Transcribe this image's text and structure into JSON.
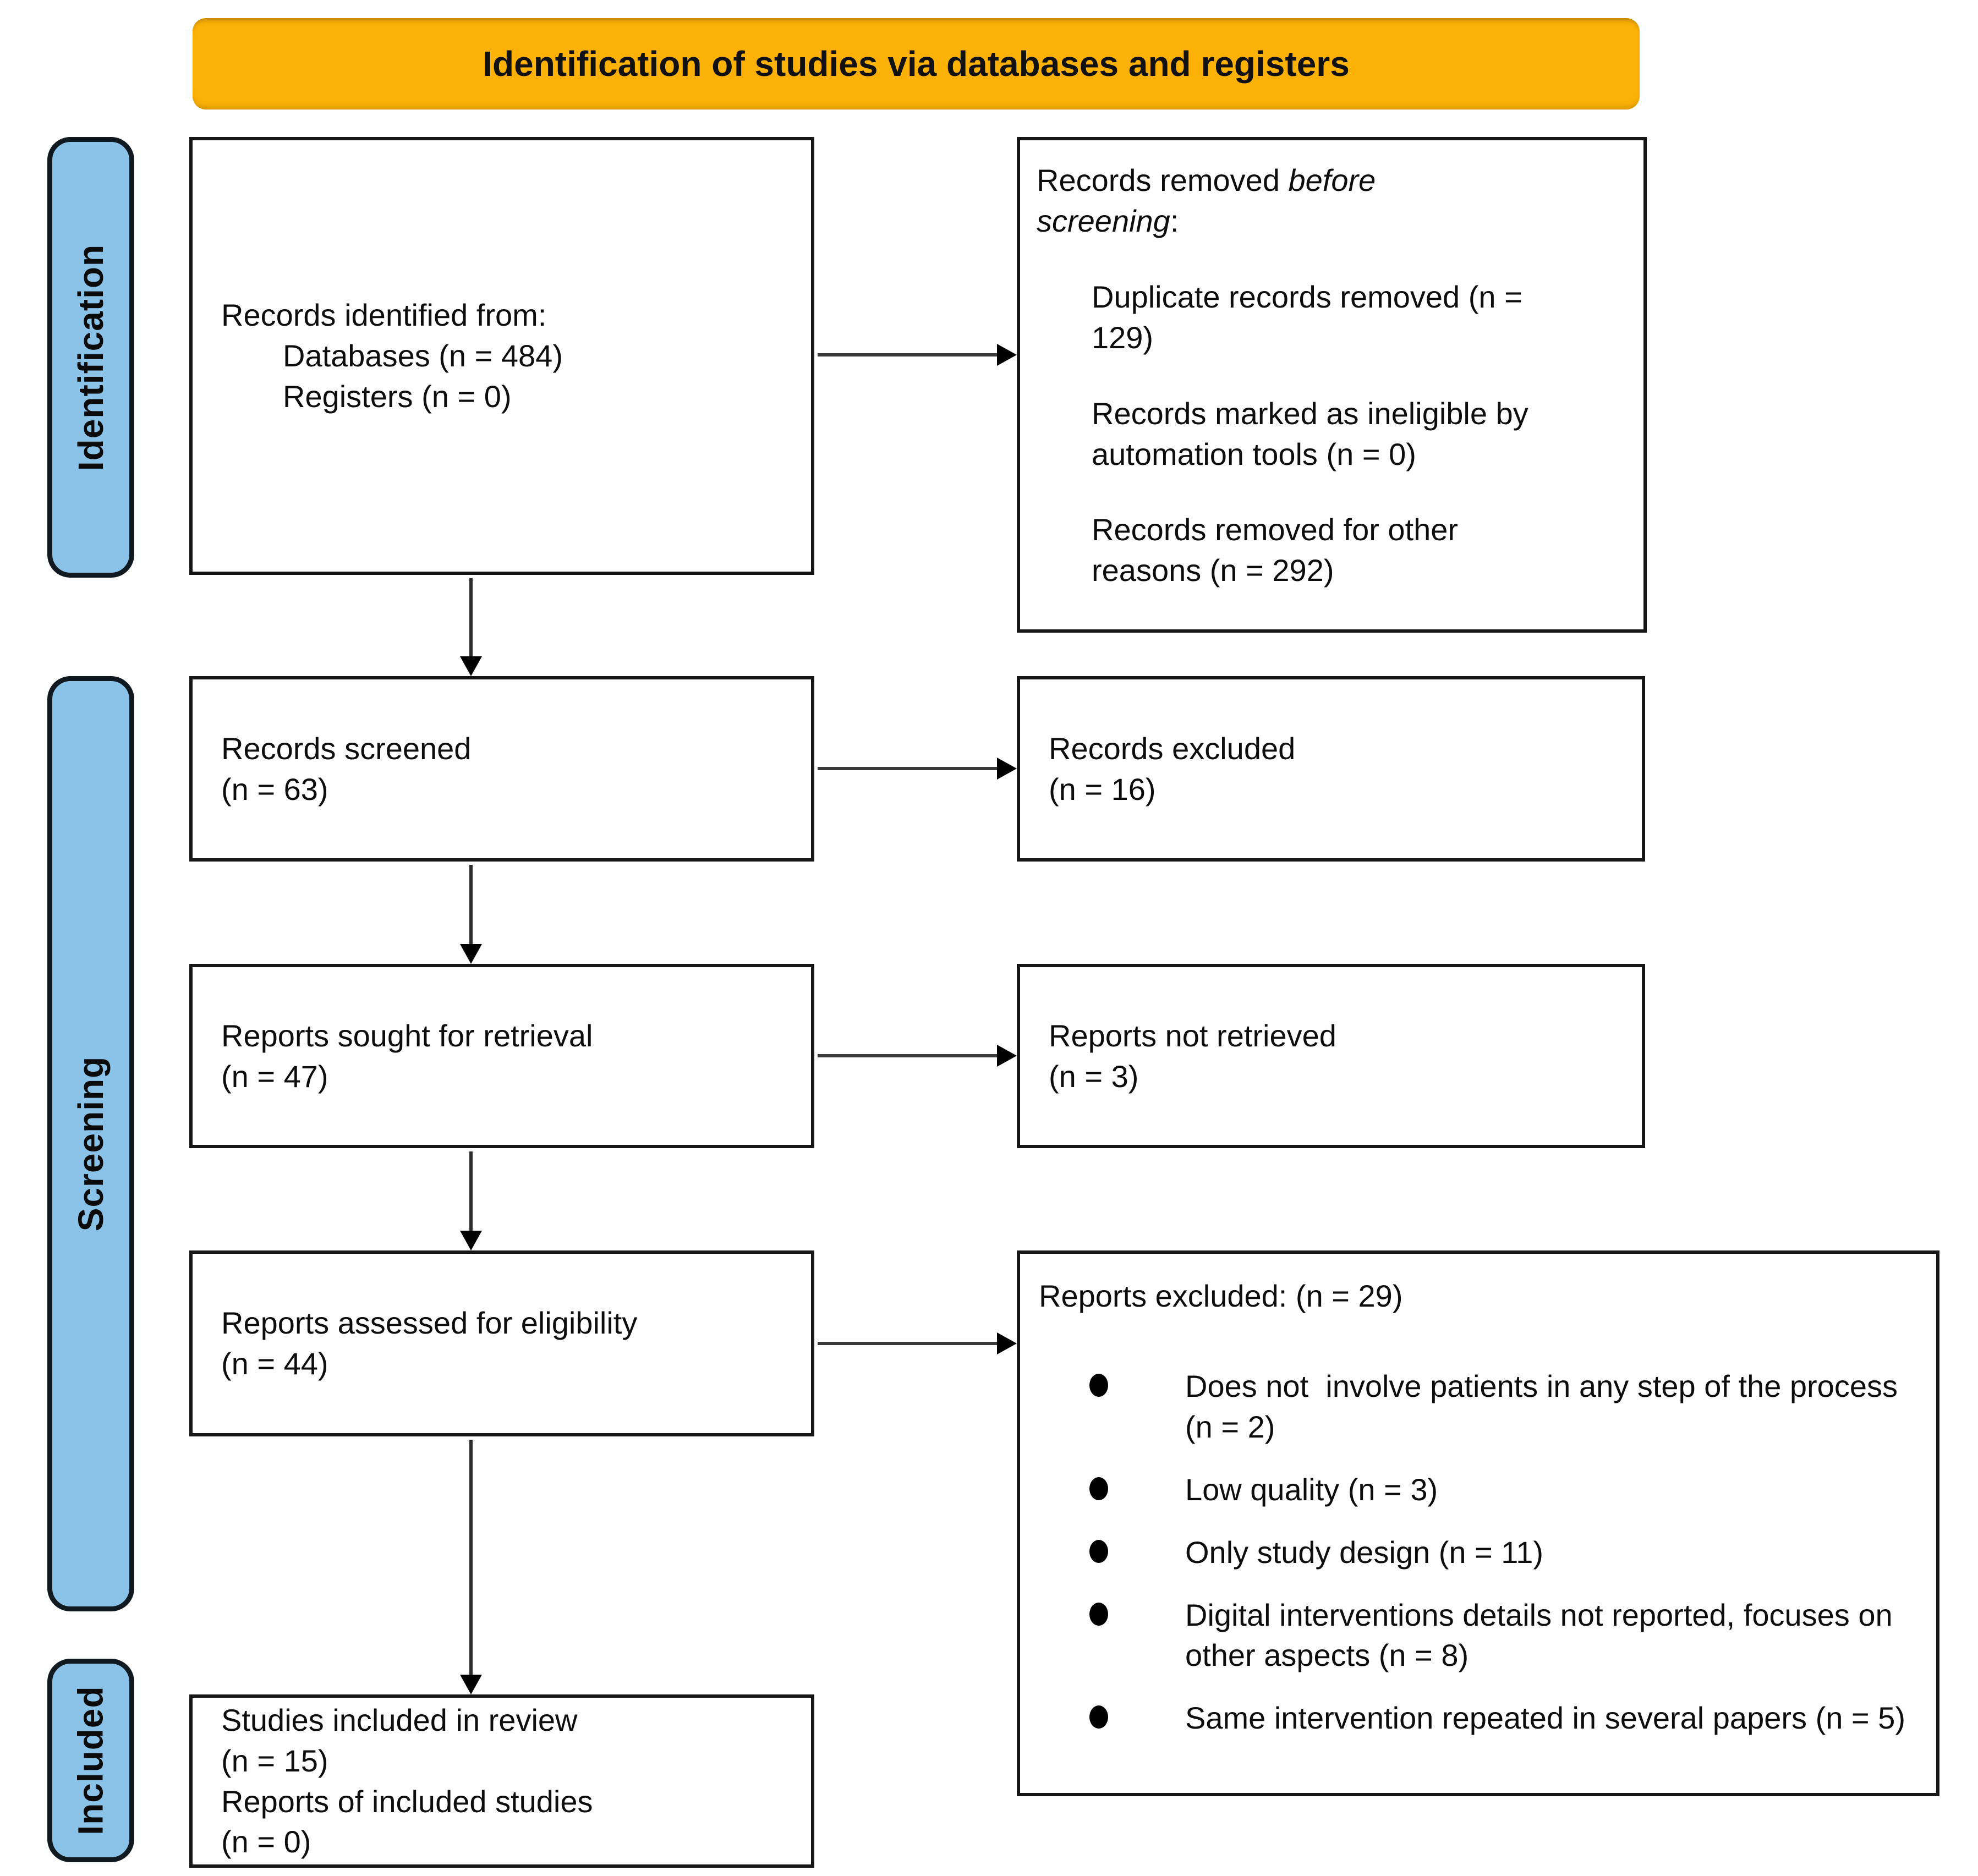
{
  "title": "Identification of studies via databases and registers",
  "colors": {
    "banner_bg": "#FBB105",
    "stage_bg": "#8AC2E8"
  },
  "stages": {
    "identification": "Identification",
    "screening": "Screening",
    "included": "Included"
  },
  "boxes": {
    "identified": {
      "intro": "Records identified from:",
      "sources": [
        "Databases (n = 484)",
        "Registers (n = 0)"
      ]
    },
    "removed": {
      "title_normal": "Records removed ",
      "title_italic": "before screening",
      "title_colon": ":",
      "items": [
        "Duplicate records removed (n = 129)",
        "Records marked as ineligible by automation tools (n = 0)",
        "Records removed for other reasons (n = 292)"
      ]
    },
    "screened": {
      "line1": "Records screened",
      "line2": "(n = 63)"
    },
    "records_excluded": {
      "line1": "Records excluded",
      "line2": "(n = 16)"
    },
    "sought": {
      "line1": "Reports sought for retrieval",
      "line2": "(n = 47)"
    },
    "not_retrieved": {
      "line1": "Reports not retrieved",
      "line2": "(n = 3)"
    },
    "assessed": {
      "line1": "Reports assessed for eligibility",
      "line2": "(n = 44)"
    },
    "reports_excluded": {
      "title": "Reports excluded: (n = 29)",
      "bullets": [
        "Does not  involve patients in any step of the process (n = 2)",
        "Low quality (n = 3)",
        "Only study design (n = 11)",
        "Digital interventions details not reported, focuses on other aspects (n = 8)",
        "Same intervention repeated in several papers (n = 5)"
      ]
    },
    "included": {
      "line1": "Studies included in review",
      "line2": "(n = 15)",
      "line3": "Reports of included studies",
      "line4": "(n = 0)"
    }
  }
}
